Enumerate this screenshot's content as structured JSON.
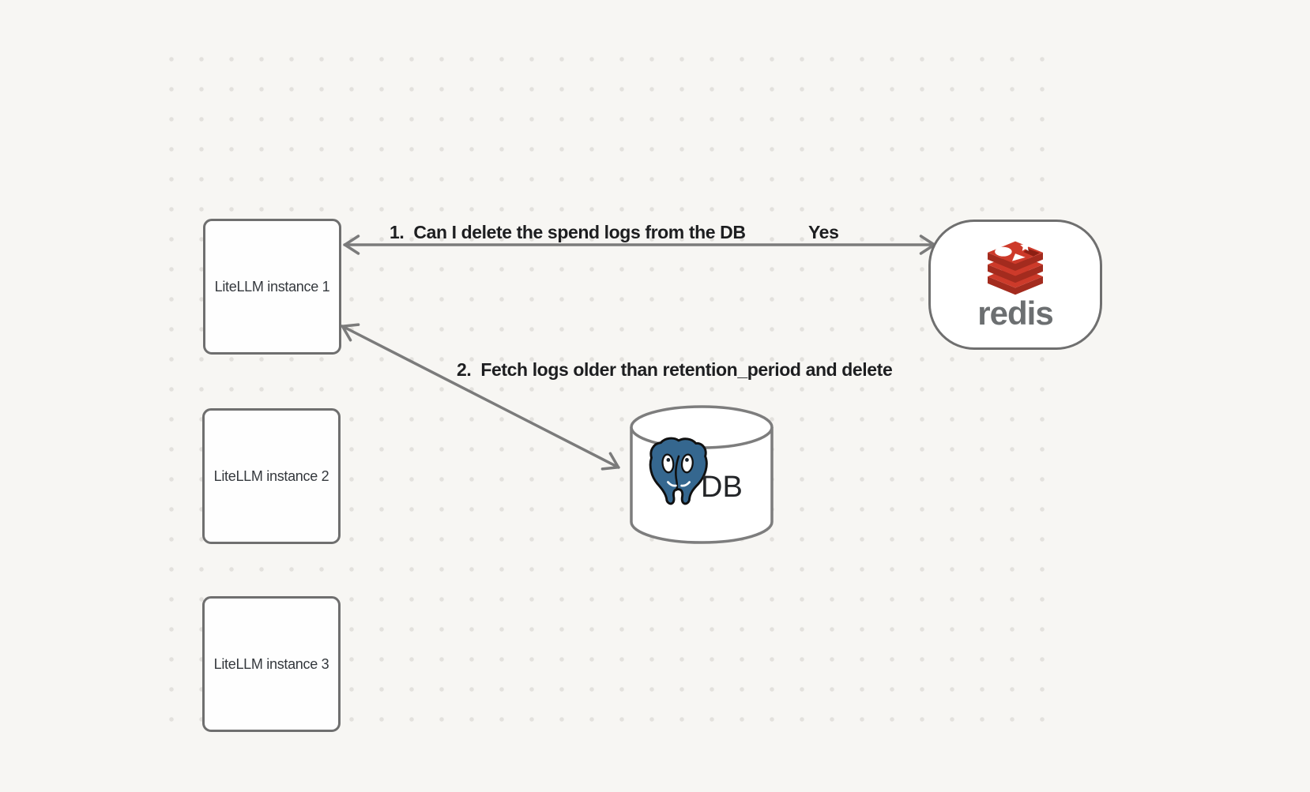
{
  "canvas": {
    "background_color": "#f7f6f3",
    "dot_grid_color": "#e3e1dd"
  },
  "nodes": {
    "instances": [
      {
        "label": "LiteLLM instance 1"
      },
      {
        "label": "LiteLLM instance 2"
      },
      {
        "label": "LiteLLM instance 3"
      }
    ],
    "redis": {
      "wordmark": "redis",
      "logo": "redis-stack-icon",
      "logo_red": "#cd3a2a",
      "logo_dark_red": "#a32b1e",
      "wordmark_color": "#6c6f71"
    },
    "database": {
      "label": "DB",
      "logo": "postgresql-elephant-icon",
      "elephant_blue": "#35678f"
    }
  },
  "edges": [
    {
      "from": "LiteLLM instance 1",
      "to": "redis",
      "bidirectional": true,
      "label": "1.  Can I delete the spend logs from the DB",
      "response": "Yes"
    },
    {
      "from": "LiteLLM instance 1",
      "to": "DB",
      "bidirectional": true,
      "label": "2.  Fetch logs older than retention_period and delete"
    }
  ],
  "style": {
    "shape_border_color": "#6f6f6f",
    "arrow_color": "#7b7b7b",
    "label_text_color": "#1d1e20",
    "box_text_color": "#34383d"
  }
}
